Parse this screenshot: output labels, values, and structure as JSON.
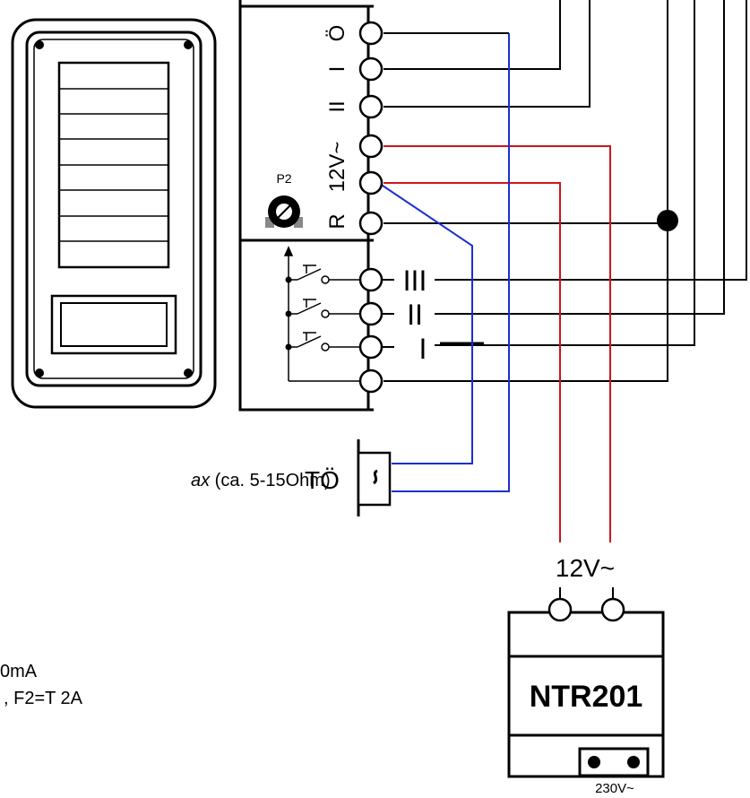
{
  "terminals_top": {
    "t1": "Ö",
    "t2": "I",
    "t3": "II",
    "t4": "12V~",
    "t5": "R"
  },
  "potentiometer_label": "P2",
  "terminals_bottom": {
    "b1": "III",
    "b2": "II",
    "b3": "I"
  },
  "door_opener_label": "TÖ",
  "partial_text": {
    "resistance_italic": "ax",
    "resistance_rest": " (ca. 5-15Ohm)",
    "line_ma": "0mA",
    "line_fuse": ", F2=T 2A"
  },
  "transformer": {
    "input_label": "12V~",
    "name": "NTR201",
    "mains_label": "230V~"
  },
  "colors": {
    "wire_black": "#000000",
    "wire_red": "#d0141c",
    "wire_blue": "#1a2fd0",
    "panel_border": "#000000"
  }
}
